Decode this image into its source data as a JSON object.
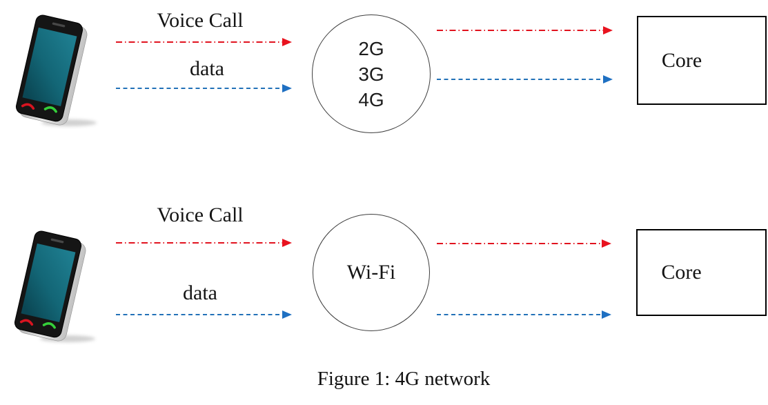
{
  "figure": {
    "caption": "Figure 1: 4G network"
  },
  "colors": {
    "voice_arrow_red": "#e1121e",
    "data_arrow_blue": "#2271b8",
    "phone_screen_teal": "#15707f",
    "outline_black": "#1a1a1a"
  },
  "icons": {
    "source_icon": "smartphone-icon"
  },
  "rows": [
    {
      "voice_label": "Voice Call",
      "data_label": "data",
      "node_lines": [
        "2G",
        "3G",
        "4G"
      ],
      "destination_label": "Core"
    },
    {
      "voice_label": "Voice Call",
      "data_label": "data",
      "node_lines": [
        "Wi-Fi"
      ],
      "destination_label": "Core"
    }
  ]
}
